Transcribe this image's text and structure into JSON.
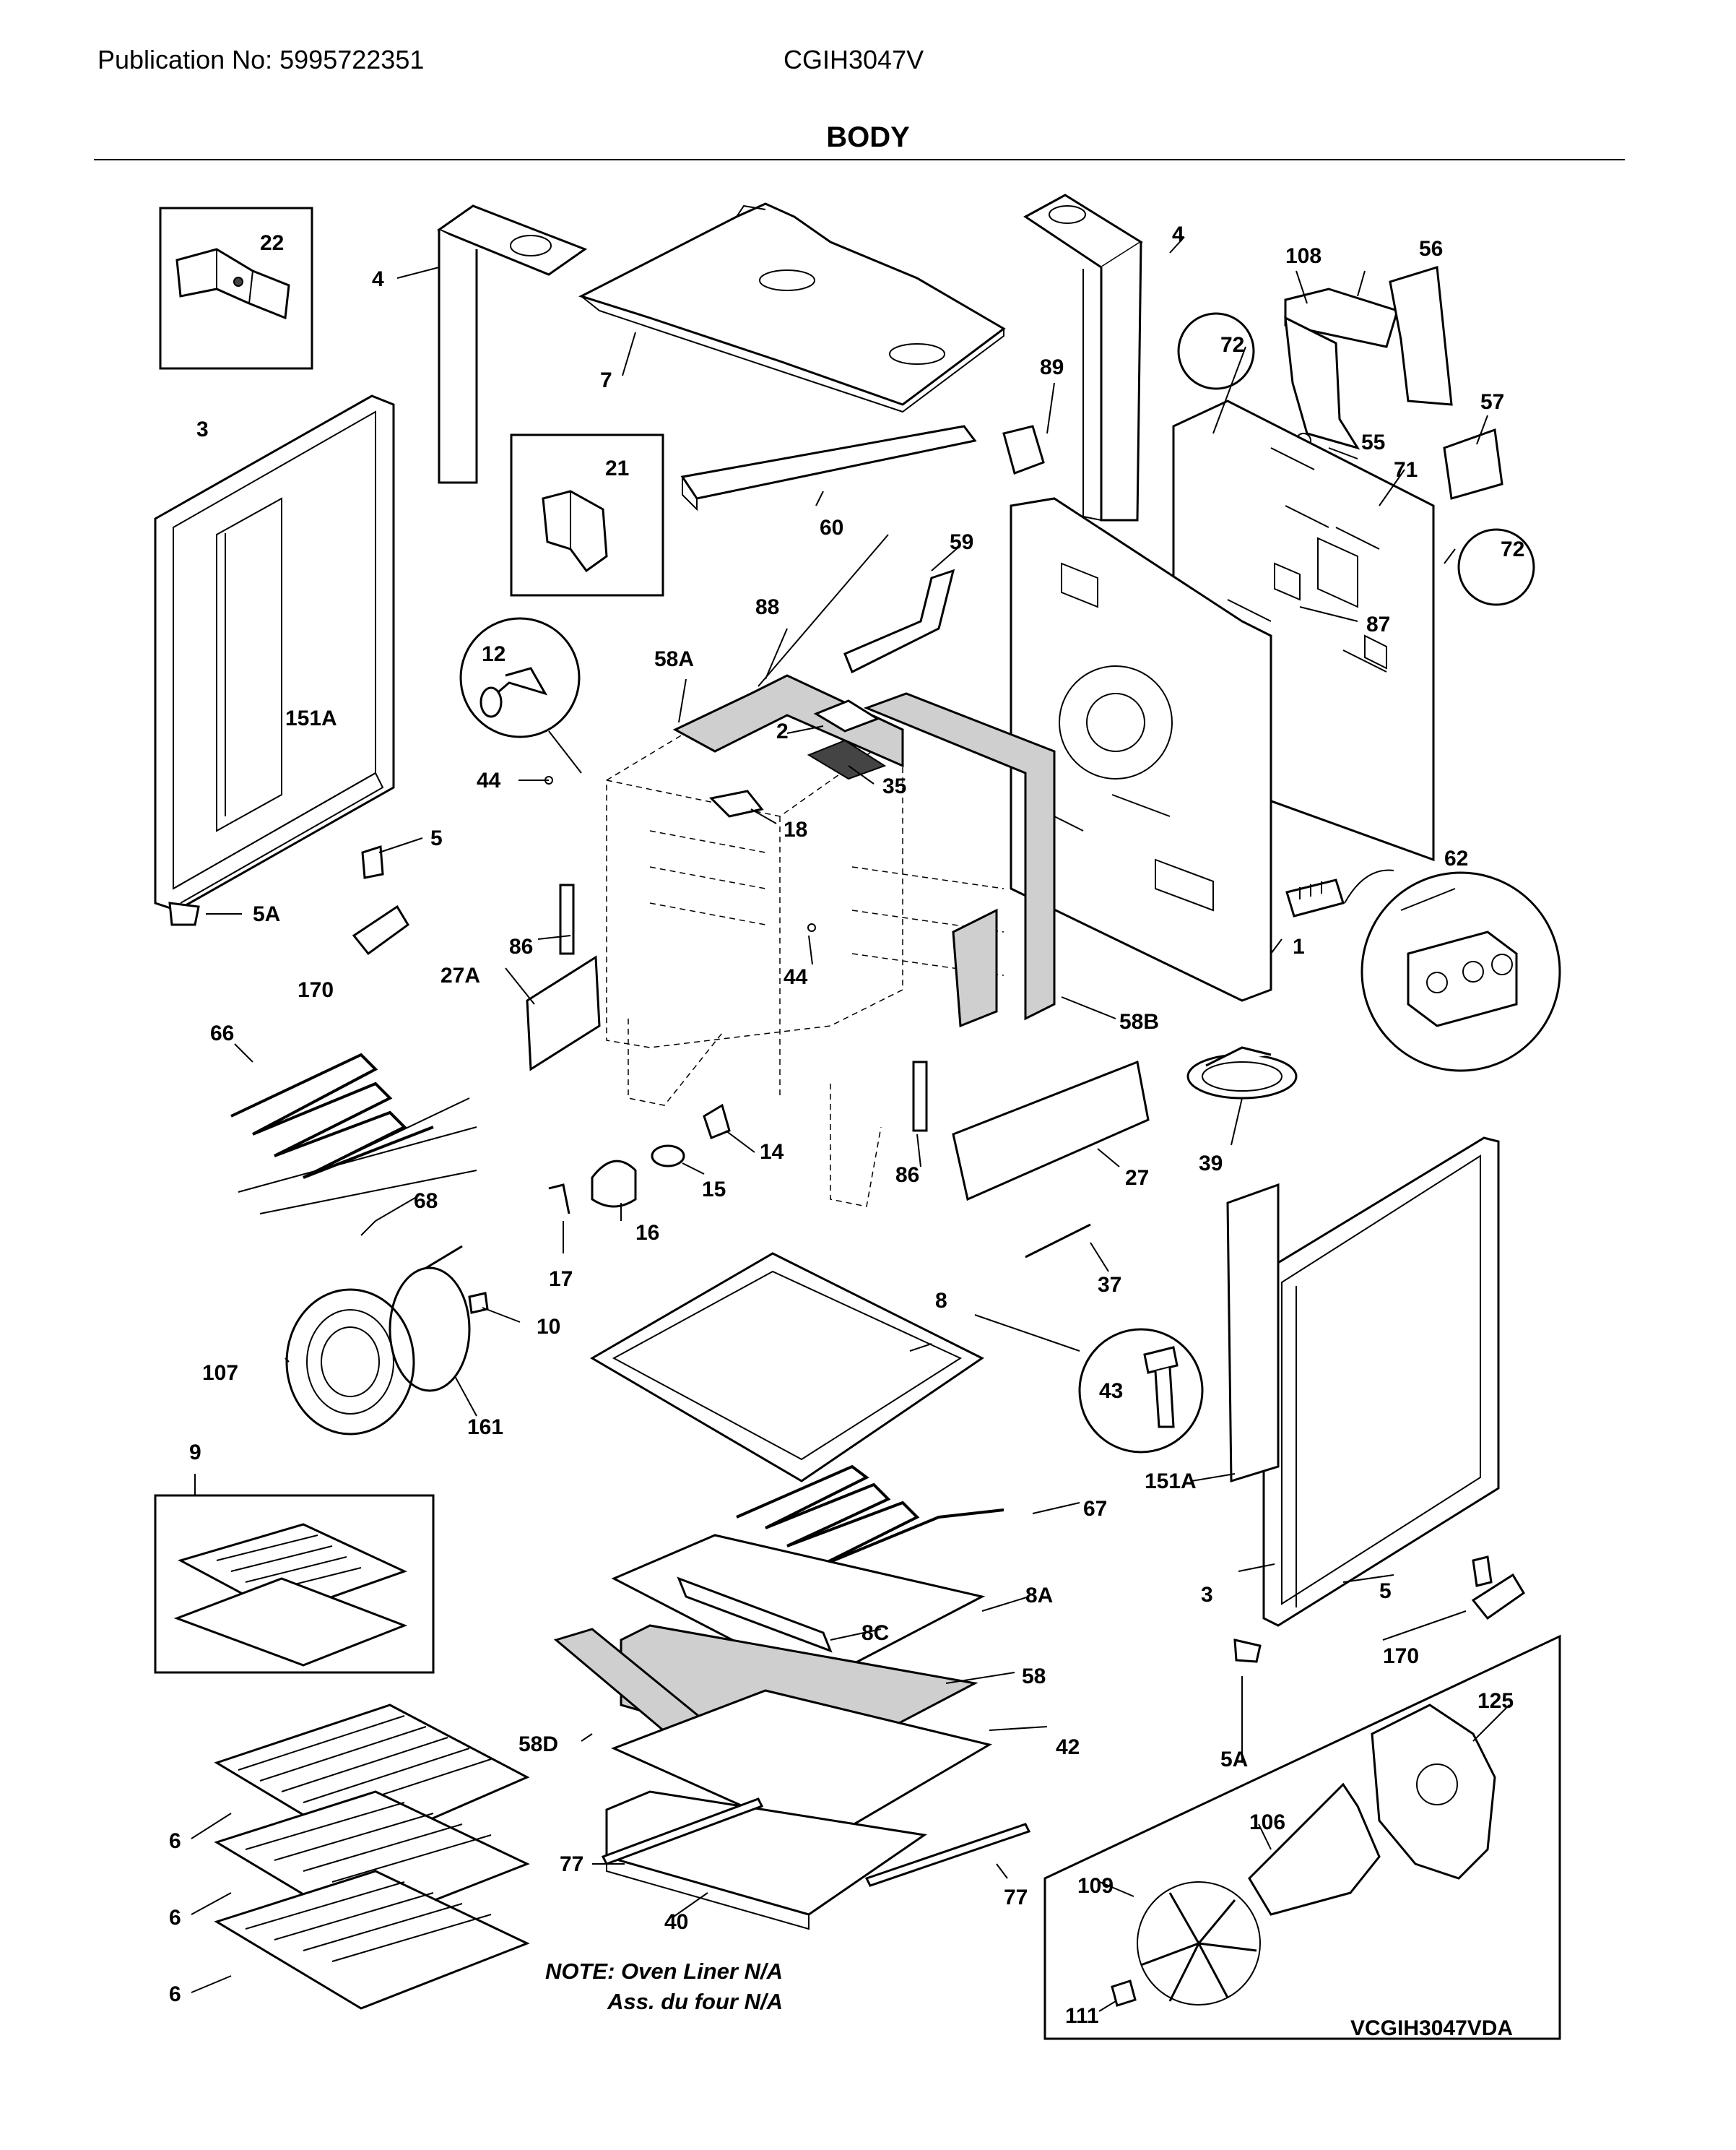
{
  "header": {
    "publication": "Publication No: 5995722351",
    "model": "CGIH3047V"
  },
  "section_title": "BODY",
  "note": {
    "line1": "NOTE: Oven Liner N/A",
    "line2": "Ass. du four N/A"
  },
  "diagram_code": "VCGIH3047VDA",
  "parts": {
    "p22": "22",
    "p4a": "4",
    "p7": "7",
    "p4b": "4",
    "p108": "108",
    "p56": "56",
    "p72a": "72",
    "p89": "89",
    "p57": "57",
    "p3a": "3",
    "p21": "21",
    "p55": "55",
    "p60": "60",
    "p71": "71",
    "p59": "59",
    "p72b": "72",
    "p88": "88",
    "p12": "12",
    "p58A": "58A",
    "p151Aa": "151A",
    "p2": "2",
    "p87": "87",
    "p44a": "44",
    "p35": "35",
    "p5a": "5",
    "p18": "18",
    "p62": "62",
    "p5Aa": "5A",
    "p86a": "86",
    "p1": "1",
    "p27A": "27A",
    "p44b": "44",
    "p170a": "170",
    "p58B": "58B",
    "p66": "66",
    "p14": "14",
    "p86b": "86",
    "p15": "15",
    "p27": "27",
    "p39": "39",
    "p68": "68",
    "p16": "16",
    "p17": "17",
    "p37": "37",
    "p10": "10",
    "p8": "8",
    "p107": "107",
    "p43": "43",
    "p161": "161",
    "p9": "9",
    "p151Ab": "151A",
    "p67": "67",
    "p3b": "3",
    "p5b": "5",
    "p8A": "8A",
    "p170b": "170",
    "p8C": "8C",
    "p58": "58",
    "p125": "125",
    "p58D": "58D",
    "p42": "42",
    "p5Ab": "5A",
    "p106": "106",
    "p6a": "6",
    "p6b": "6",
    "p77a": "77",
    "p109": "109",
    "p40": "40",
    "p77b": "77",
    "p6c": "6",
    "p111": "111"
  }
}
